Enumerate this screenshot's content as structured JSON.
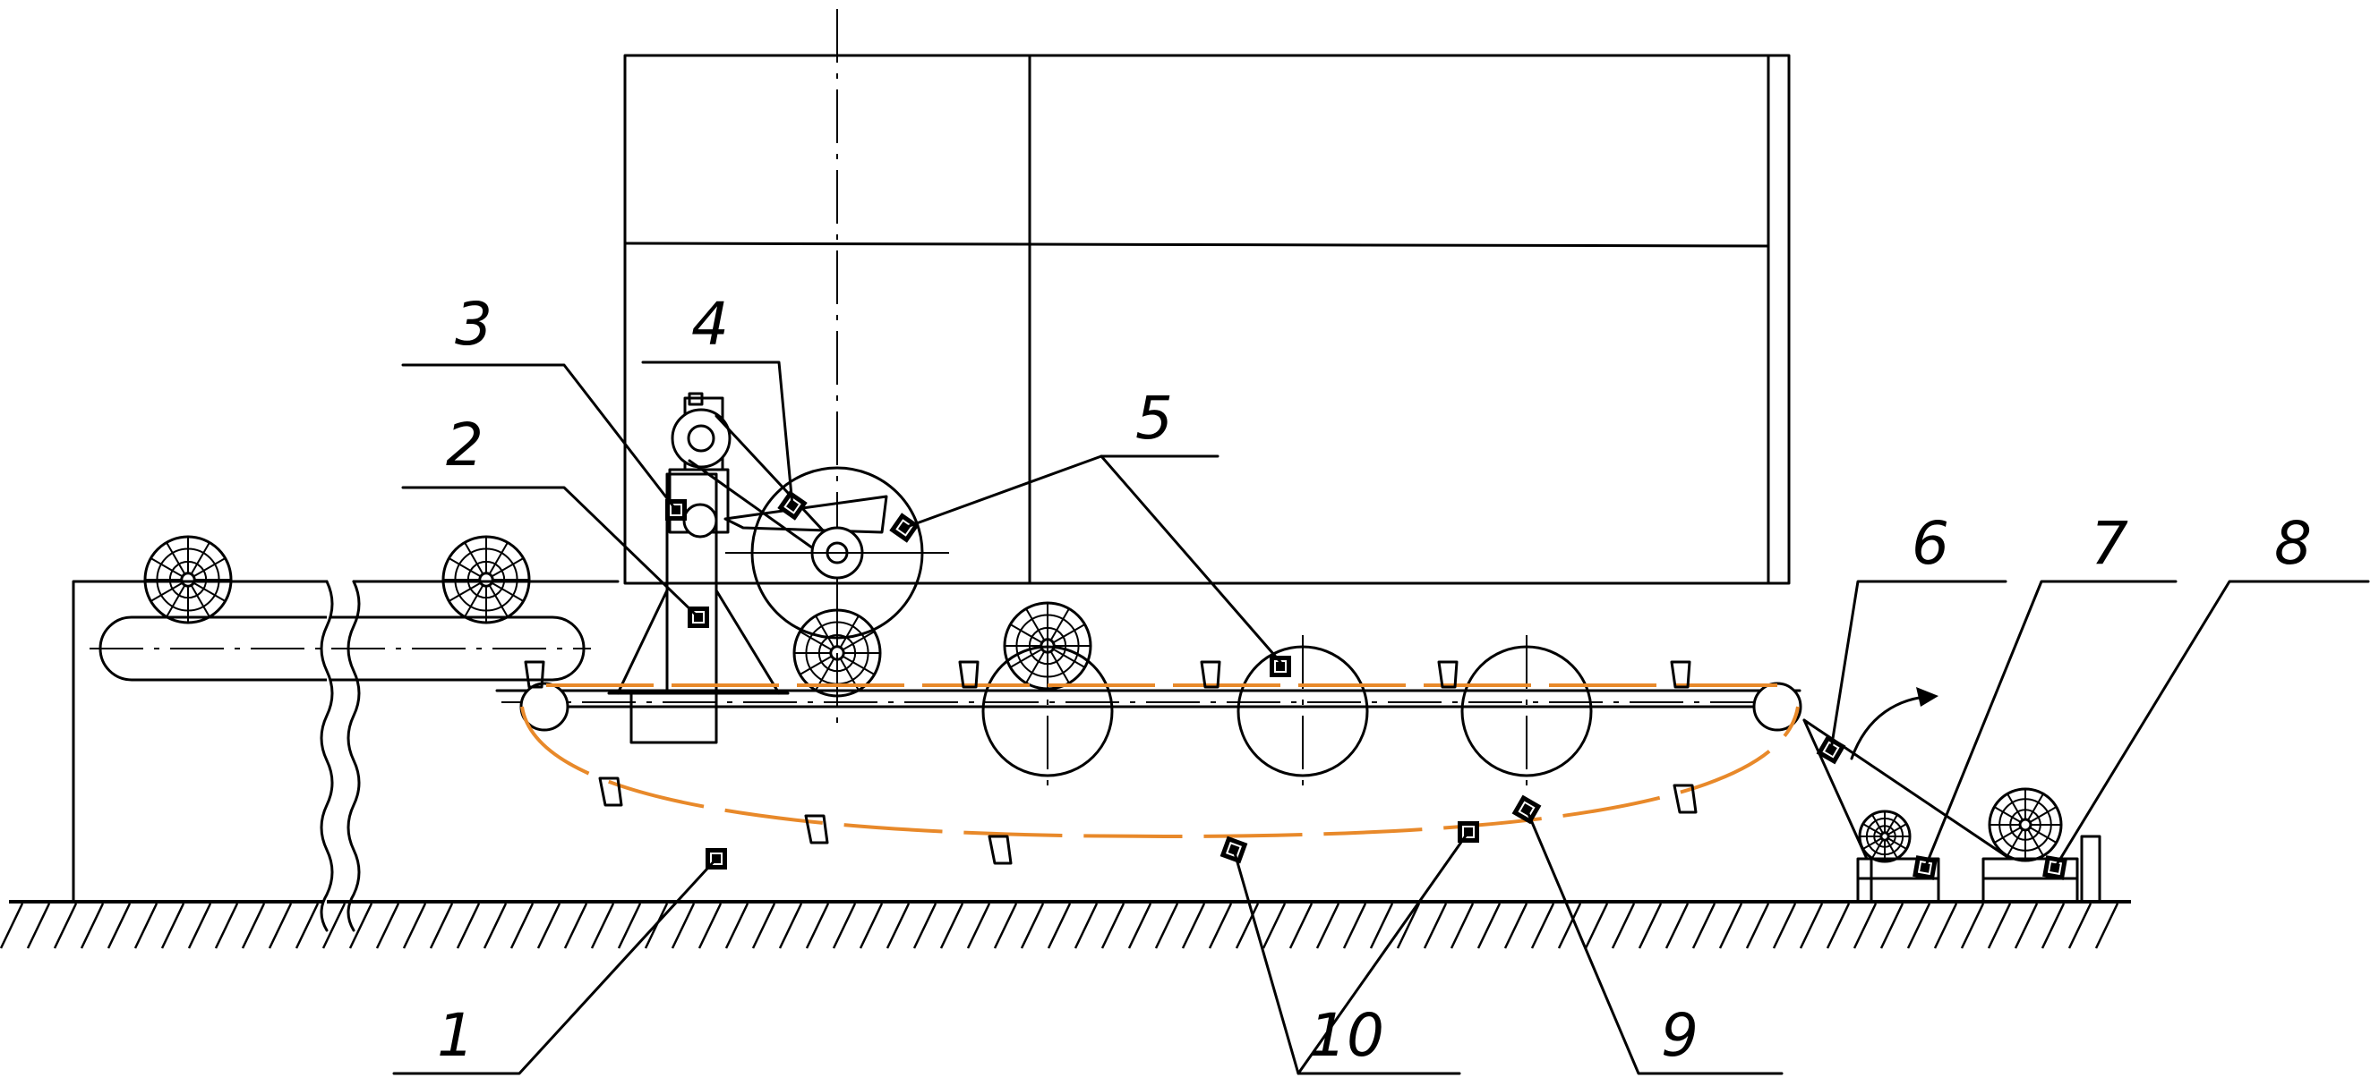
{
  "colors": {
    "line": "#000000",
    "chain": "#e8892a",
    "background": "#ffffff"
  },
  "labels": {
    "l1": "1",
    "l2": "2",
    "l3": "3",
    "l4": "4",
    "l5": "5",
    "l6": "6",
    "l7": "7",
    "l8": "8",
    "l9": "9",
    "l10": "10"
  }
}
